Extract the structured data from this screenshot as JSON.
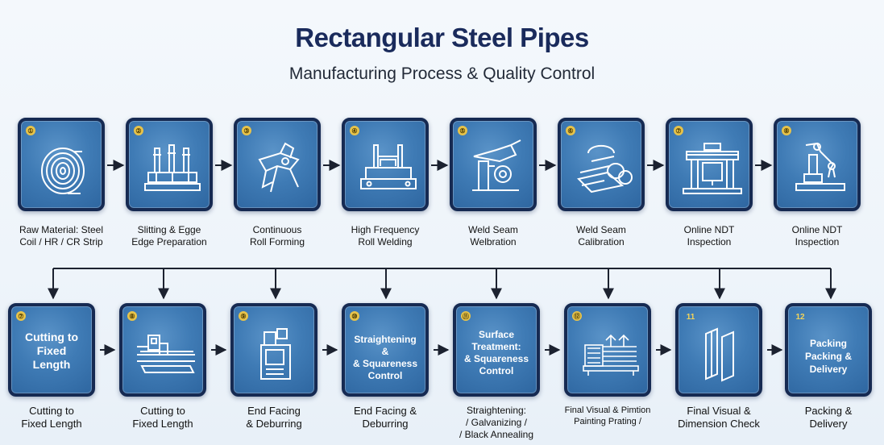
{
  "header": {
    "title": "Rectangular Steel Pipes",
    "subtitle": "Manufacturing Process & Quality Control"
  },
  "row1": [
    {
      "badge": "①",
      "icon": "steel-coil-icon",
      "label_l1": "Raw Material: Steel",
      "label_l2": "Coil / HR / CR Strip"
    },
    {
      "badge": "②",
      "icon": "slitting-machine-icon",
      "label_l1": "Slitting & Egge",
      "label_l2": "Edge Preparation"
    },
    {
      "badge": "③",
      "icon": "roll-forming-icon",
      "label_l1": "Continuous",
      "label_l2": "Roll Forming"
    },
    {
      "badge": "④",
      "icon": "hf-welding-icon",
      "label_l1": "High Frequency",
      "label_l2": "Roll Welding"
    },
    {
      "badge": "⑤",
      "icon": "weld-seam-icon",
      "label_l1": "Weld Seam",
      "label_l2": "Welbration"
    },
    {
      "badge": "⑥",
      "icon": "calibration-rollers-icon",
      "label_l1": "Weld Seam",
      "label_l2": "Calibration"
    },
    {
      "badge": "⑦",
      "icon": "ndt-gantry-icon",
      "label_l1": "Online NDT",
      "label_l2": "Inspection"
    },
    {
      "badge": "⑧",
      "icon": "robot-arm-icon",
      "label_l1": "Online NDT",
      "label_l2": "Inspection"
    }
  ],
  "row2": [
    {
      "badge": "⑦",
      "text_l1": "Cutting to",
      "text_l2": "Fixed",
      "text_l3": "Length",
      "label_l1": "Cutting to",
      "label_l2": "Fixed Length",
      "label_l3": ""
    },
    {
      "badge": "⑧",
      "icon": "cutting-saw-icon",
      "label_l1": "Cutting to",
      "label_l2": "Fixed Length",
      "label_l3": ""
    },
    {
      "badge": "⑨",
      "icon": "end-facing-machine-icon",
      "label_l1": "End Facing",
      "label_l2": "& Deburring",
      "label_l3": ""
    },
    {
      "badge": "⑩",
      "text_l1": "Straightening &",
      "text_l2": "& Squareness",
      "text_l3": "Control",
      "label_l1": "End Facing &",
      "label_l2": "Deburring",
      "label_l3": ""
    },
    {
      "badge": "⑪",
      "text_l1": "Surface",
      "text_l2": "Treatment:",
      "text_l3": "& Squareness",
      "text_l4": "Control",
      "label_l1": "Straightening:",
      "label_l2": "/ Galvanizing /",
      "label_l3": "/ Black Annealing"
    },
    {
      "badge": "⑫",
      "icon": "painting-line-icon",
      "label_l1": "Final Visual & Pimtion",
      "label_l2": "Painting Prating /",
      "label_l3": ""
    },
    {
      "badge": "11",
      "icon": "pipe-panel-icon",
      "label_l1": "Final Visual &",
      "label_l2": "Dimension Check",
      "label_l3": ""
    },
    {
      "badge": "12",
      "text_l1": "Packing",
      "text_l2": "Packing &",
      "text_l3": "Delivery",
      "label_l1": "Packing &",
      "label_l2": "Delivery",
      "label_l3": ""
    }
  ],
  "colors": {
    "tile_border": "#162a52",
    "tile_fill": "#3f7bb5",
    "connector": "#1c2230",
    "title": "#1a2b5c"
  }
}
